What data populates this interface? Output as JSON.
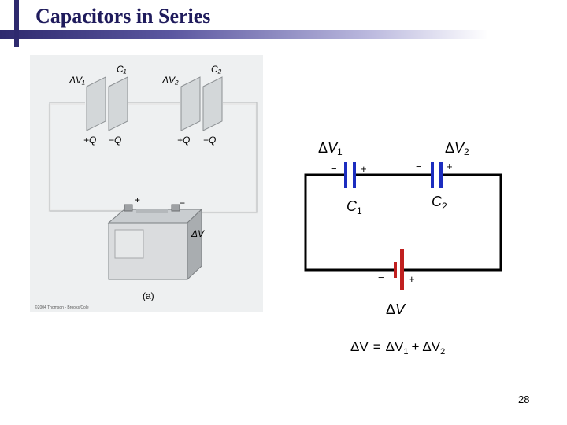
{
  "slide": {
    "title": "Capacitors in Series",
    "page_number": "28"
  },
  "photo": {
    "labels": {
      "dv1": "ΔV₁",
      "c1": "C₁",
      "dv2": "ΔV₂",
      "c2": "C₂",
      "plus_q_1": "+Q",
      "minus_q_1": "−Q",
      "plus_q_2": "+Q",
      "minus_q_2": "−Q",
      "battery_plus": "+",
      "battery_minus": "−",
      "dv": "ΔV",
      "panel_label": "(a)",
      "copyright": "©2004 Thomson - Brooks/Cole"
    }
  },
  "circuit": {
    "dv1": {
      "delta": "Δ",
      "v": "V",
      "sub": "1"
    },
    "dv2": {
      "delta": "Δ",
      "v": "V",
      "sub": "2"
    },
    "c1": {
      "c": "C",
      "sub": "1"
    },
    "c2": {
      "c": "C",
      "sub": "2"
    },
    "dv": {
      "delta": "Δ",
      "v": "V"
    },
    "minus": "−",
    "plus": "+",
    "colors": {
      "capacitor": "#1c2dbf",
      "battery": "#c0201f",
      "wire": "#000000"
    }
  },
  "equation": {
    "lhs": "ΔV",
    "eq": "=",
    "t1": "ΔV",
    "t1_sub": "1",
    "op": "+",
    "t2": "ΔV",
    "t2_sub": "2"
  }
}
